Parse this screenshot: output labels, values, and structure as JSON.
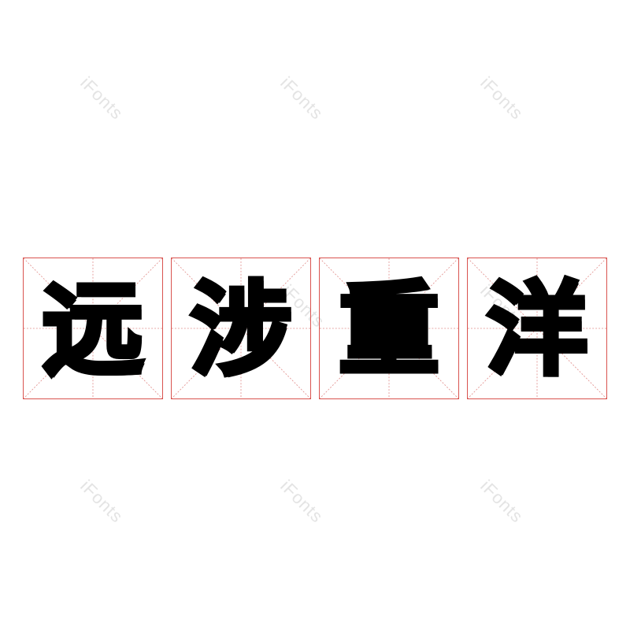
{
  "watermark": {
    "text": "iFonts"
  },
  "characters": [
    {
      "char": "远"
    },
    {
      "char": "涉"
    },
    {
      "char": "重"
    },
    {
      "char": "洋"
    }
  ],
  "colors": {
    "grid_border": "#d9534f",
    "guide_line": "#e08a87",
    "glyph": "#000000",
    "watermark": "#e4e4e4"
  }
}
